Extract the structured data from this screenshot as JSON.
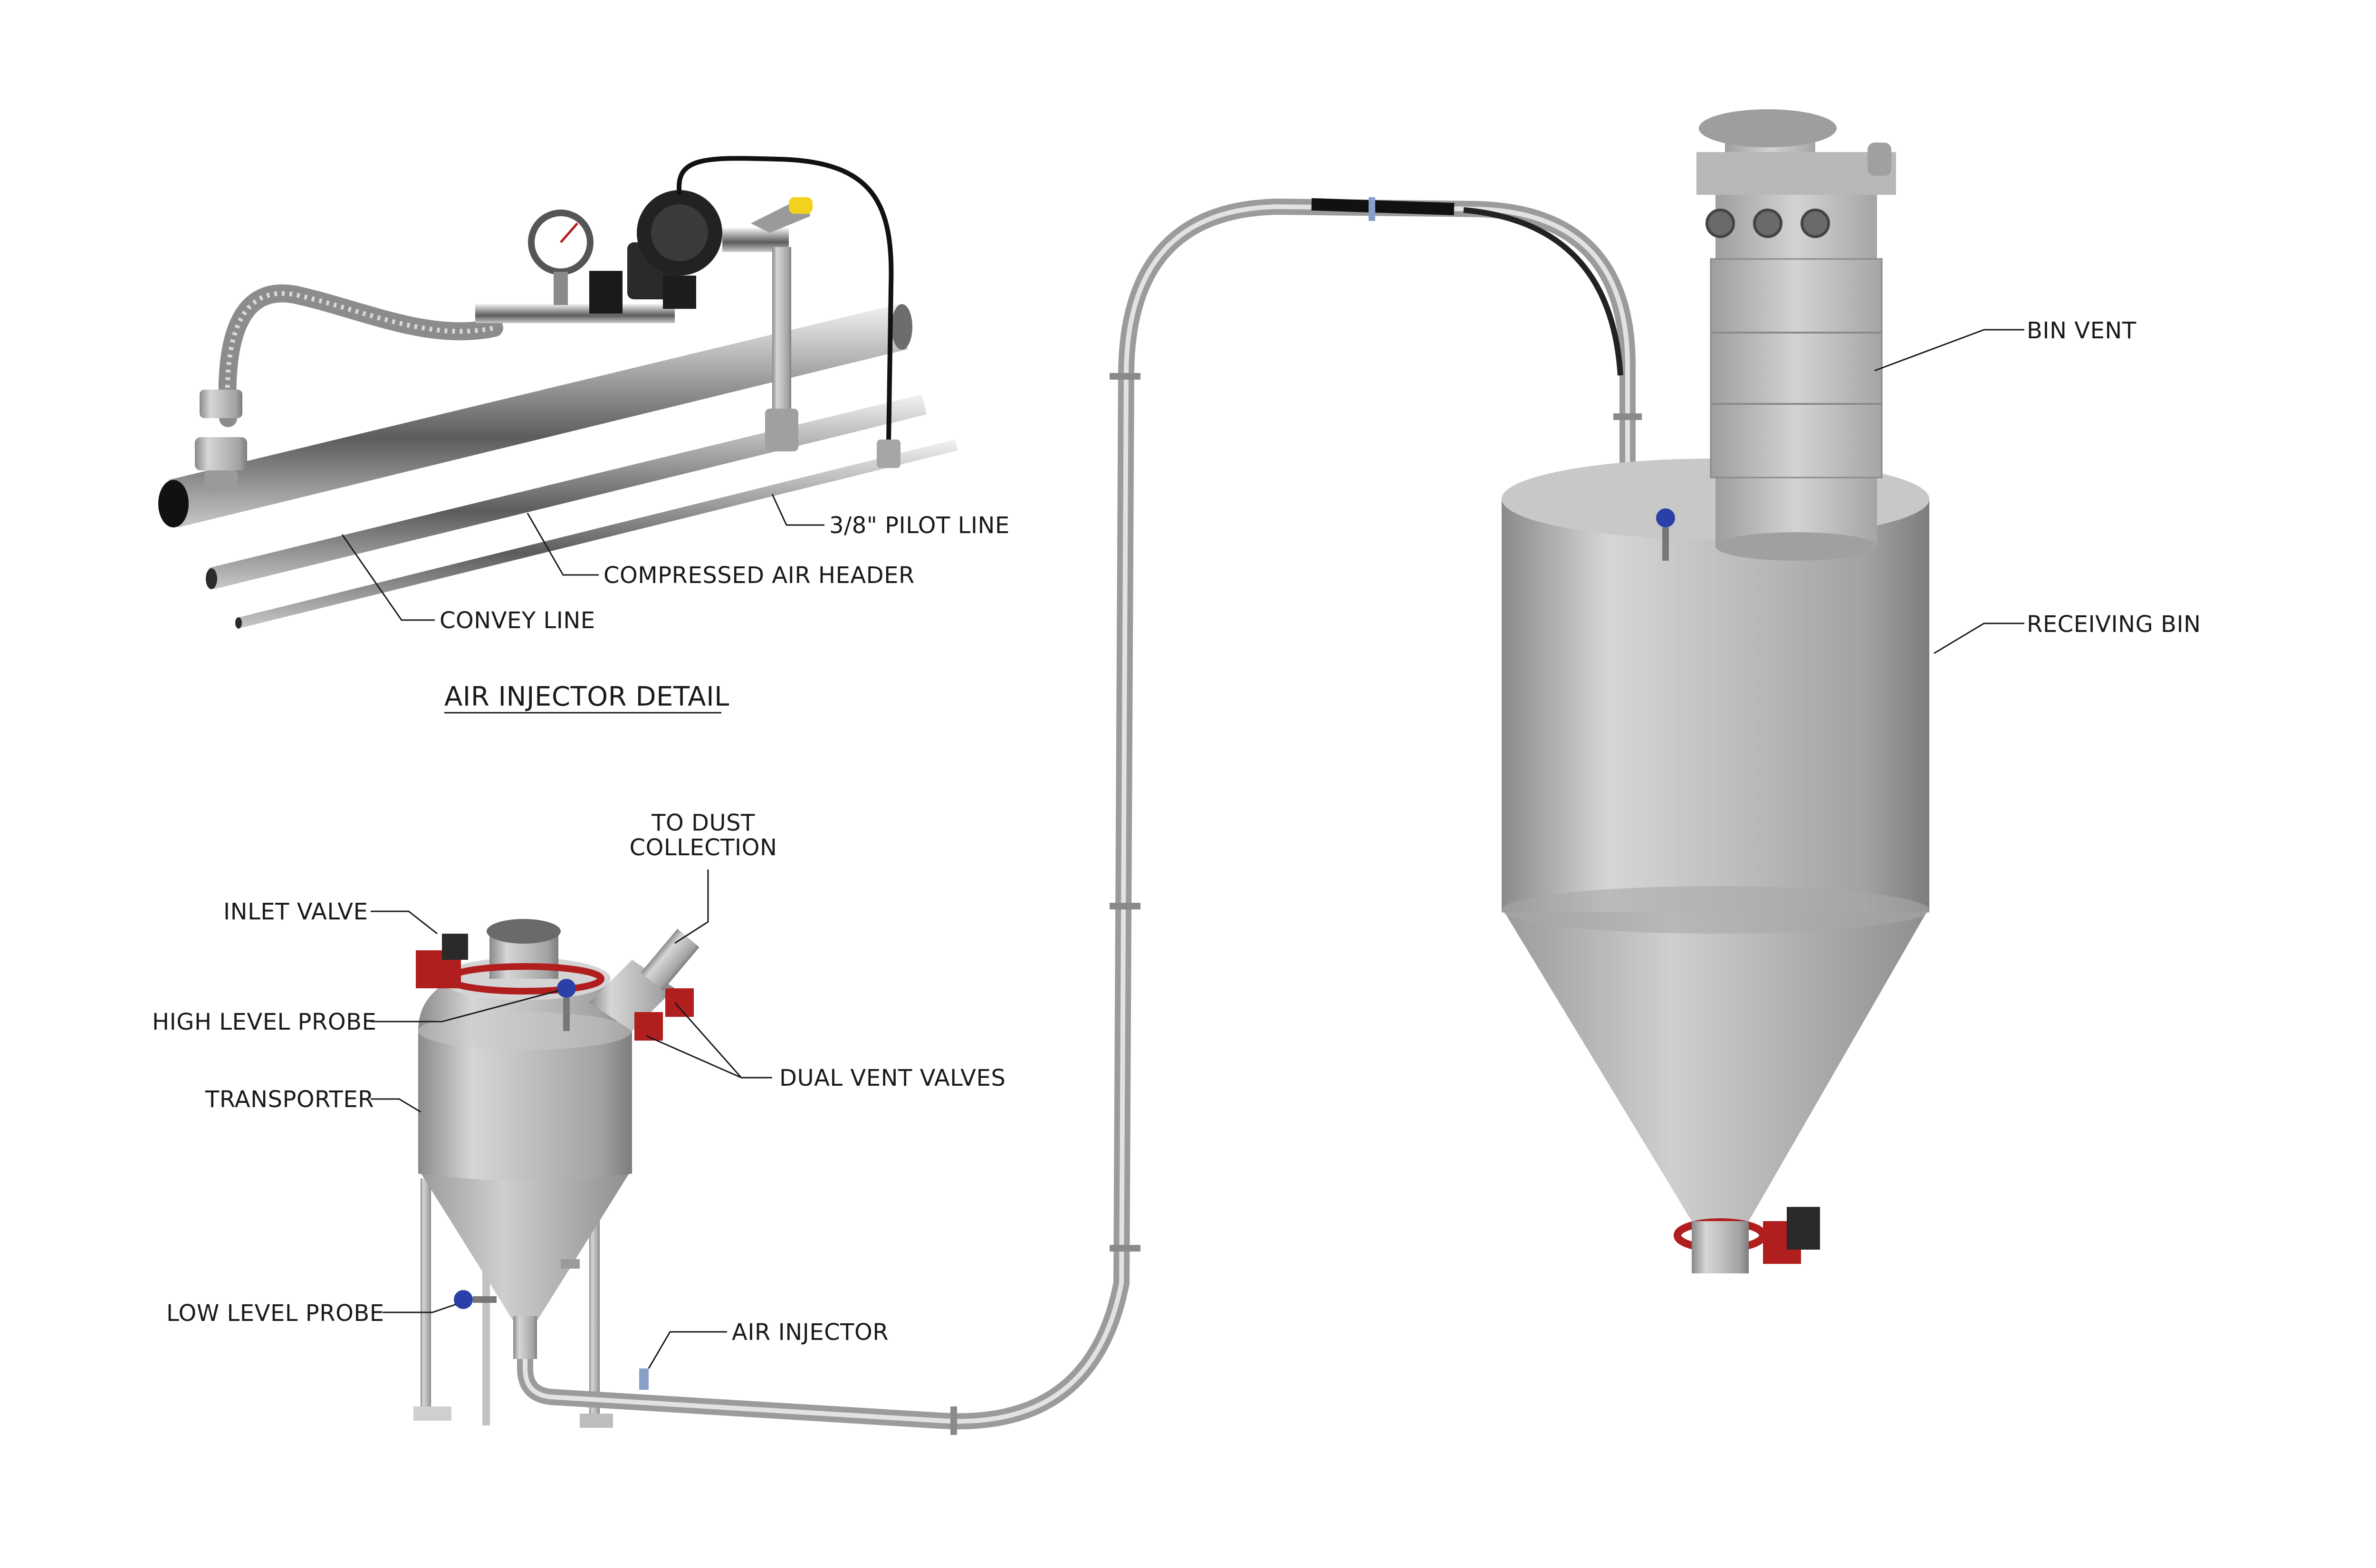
{
  "labels": {
    "pilot_line": "3/8\" PILOT LINE",
    "compressed_air_header": "COMPRESSED AIR HEADER",
    "convey_line": "CONVEY LINE",
    "detail_title": "AIR INJECTOR DETAIL",
    "to_dust_collection_1": "TO DUST",
    "to_dust_collection_2": "COLLECTION",
    "inlet_valve": "INLET VALVE",
    "high_level_probe": "HIGH LEVEL PROBE",
    "transporter": "TRANSPORTER",
    "dual_vent_valves": "DUAL VENT VALVES",
    "low_level_probe": "LOW LEVEL PROBE",
    "air_injector": "AIR INJECTOR",
    "bin_vent": "BIN VENT",
    "receiving_bin": "RECEIVING BIN"
  },
  "colors": {
    "valve_red": "#b01e1e",
    "probe_blue": "#2a3fa8",
    "steel": "#b9b9b9",
    "hose_dark": "#111111"
  }
}
